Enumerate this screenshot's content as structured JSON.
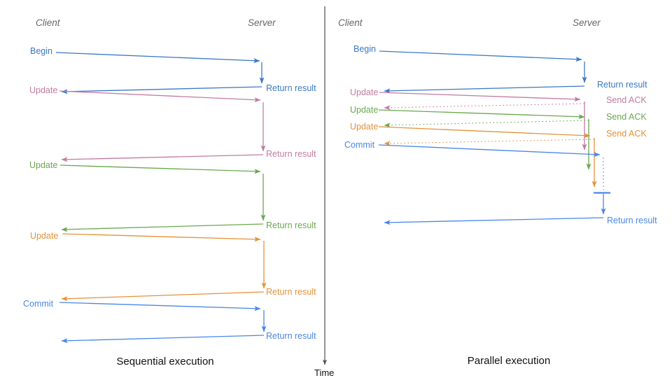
{
  "colors": {
    "blue": "#3b78c8",
    "blue2": "#4a86e8",
    "pink": "#c27ba0",
    "green": "#6aa84f",
    "orange": "#e69138",
    "gray": "#666666",
    "axis": "#4d4d4d",
    "title": "#111111"
  },
  "time_axis": {
    "label": "Time"
  },
  "sequential": {
    "client_label": "Client",
    "server_label": "Server",
    "title": "Sequential execution",
    "messages": [
      {
        "label": "Begin",
        "return_label": "Return result"
      },
      {
        "label": "Update",
        "return_label": "Return result"
      },
      {
        "label": "Update",
        "return_label": "Return result"
      },
      {
        "label": "Update",
        "return_label": "Return result"
      },
      {
        "label": "Commit",
        "return_label": "Return result"
      }
    ]
  },
  "parallel": {
    "client_label": "Client",
    "server_label": "Server",
    "title": "Parallel execution",
    "messages": [
      {
        "label": "Begin",
        "return_label": "Return result"
      },
      {
        "label": "Update",
        "return_label": "Send ACK"
      },
      {
        "label": "Update",
        "return_label": "Send ACK"
      },
      {
        "label": "Update",
        "return_label": "Send ACK"
      },
      {
        "label": "Commit",
        "return_label": "Return result"
      }
    ]
  }
}
